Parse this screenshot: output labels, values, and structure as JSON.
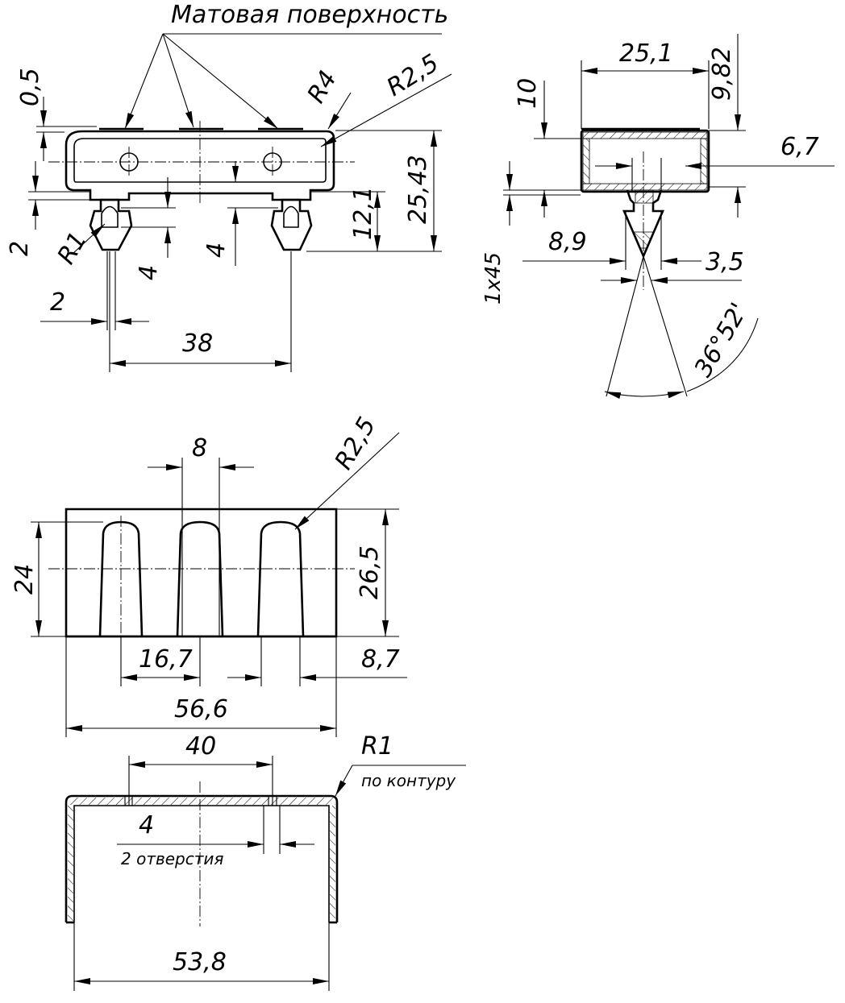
{
  "drawing": {
    "top_view": {
      "note_matte": "Матовая поверхность",
      "dim_0_5": "0,5",
      "dim_R4": "R4",
      "dim_R2_5": "R2,5",
      "dim_25_43": "25,43",
      "dim_12_1": "12,1",
      "dim_2_left": "2",
      "dim_R1": "R1",
      "dim_4_a": "4",
      "dim_4_b": "4",
      "dim_2_bottom": "2",
      "dim_38": "38"
    },
    "side_view": {
      "dim_25_1": "25,1",
      "dim_10": "10",
      "dim_9_82": "9,82",
      "dim_6_7": "6,7",
      "dim_1x45": "1x45",
      "dim_8_9": "8,9",
      "dim_3_5": "3,5",
      "dim_angle": "36°52'"
    },
    "front_view": {
      "dim_8": "8",
      "dim_R2_5": "R2,5",
      "dim_24": "24",
      "dim_26_5": "26,5",
      "dim_16_7": "16,7",
      "dim_8_7": "8,7",
      "dim_56_6": "56,6"
    },
    "section_view": {
      "dim_40": "40",
      "dim_R1": "R1",
      "note_contour": "по контуру",
      "dim_4": "4",
      "note_holes": "2 отверстия",
      "dim_53_8": "53,8"
    }
  }
}
